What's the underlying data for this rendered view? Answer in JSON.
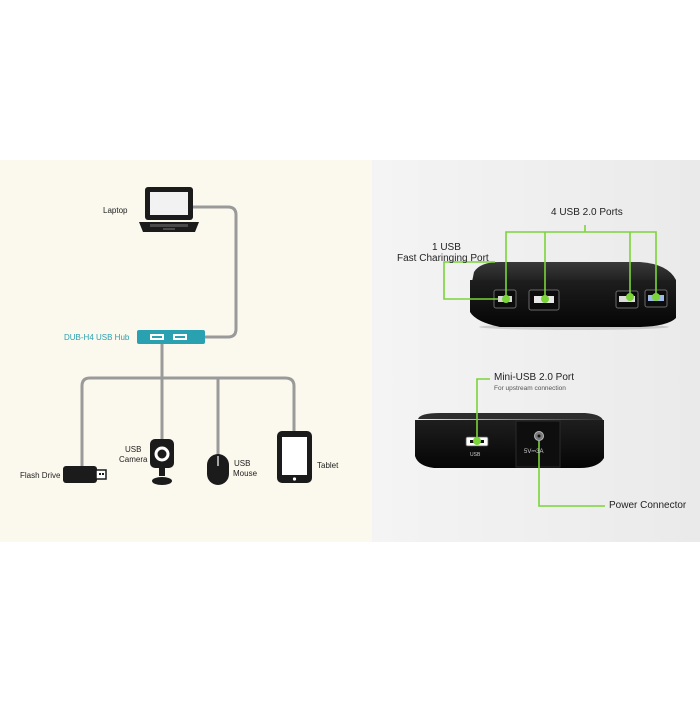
{
  "left_panel": {
    "labels": {
      "laptop": "Laptop",
      "hub": "DUB-H4 USB Hub",
      "flash_drive": "Flash Drive",
      "usb_camera_1": "USB",
      "usb_camera_2": "Camera",
      "usb_mouse_1": "USB",
      "usb_mouse_2": "Mouse",
      "tablet": "Tablet"
    }
  },
  "right_panel": {
    "labels": {
      "ports_title": "4 USB 2.0 Ports",
      "fast_port_1": "1 USB",
      "fast_port_2": "Fast Charinging Port",
      "mini_usb": "Mini-USB 2.0 Port",
      "mini_usb_sub": "For upstream connection",
      "power": "Power Connector",
      "usb_mark": "USB",
      "power_mark": "5V⎓3A"
    }
  },
  "colors": {
    "left_background": "#fbf8ee",
    "right_background": "#f0f0f0",
    "connector_gray": "#9a9a9a",
    "accent_green": "#7bd43a",
    "hub_teal": "#2aa1b0",
    "device_black": "#1b1b1b"
  }
}
